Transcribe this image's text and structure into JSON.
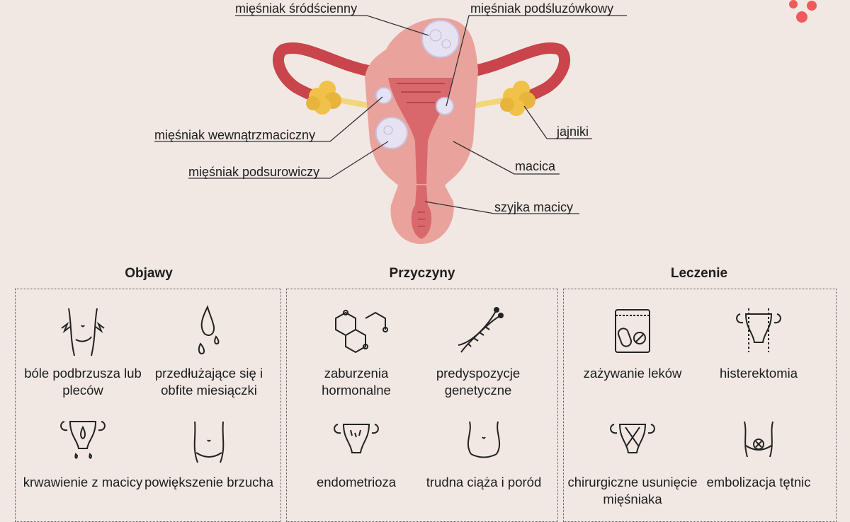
{
  "labels": {
    "srodscienny": "mięśniak śródścienny",
    "podsluzowkowy": "mięśniak podśluzówkowy",
    "wewnatrzmaciczny": "mięśniak wewnątrzmaciczny",
    "jajniki": "jajniki",
    "macica": "macica",
    "podsurowiczy": "mięśniak podsurowiczy",
    "szyjka": "szyjka macicy"
  },
  "sections": {
    "objawy": {
      "title": "Objawy",
      "items": [
        {
          "icon": "abdominal-pain-icon",
          "caption": "bóle podbrzusza lub pleców"
        },
        {
          "icon": "drops-icon",
          "caption": "przedłużające się i obfite miesiączki"
        },
        {
          "icon": "uterus-bleeding-icon",
          "caption": "krwawienie z macicy"
        },
        {
          "icon": "belly-enlargement-icon",
          "caption": "powiększenie brzucha"
        }
      ]
    },
    "przyczyny": {
      "title": "Przyczyny",
      "items": [
        {
          "icon": "hormone-molecule-icon",
          "caption": "zaburzenia hormonalne"
        },
        {
          "icon": "dna-icon",
          "caption": "predyspozycje genetyczne"
        },
        {
          "icon": "endometriosis-uterus-icon",
          "caption": "endometrioza"
        },
        {
          "icon": "pregnant-belly-icon",
          "caption": "trudna ciąża i poród"
        }
      ]
    },
    "leczenie": {
      "title": "Leczenie",
      "items": [
        {
          "icon": "pills-bag-icon",
          "caption": "zażywanie leków"
        },
        {
          "icon": "hysterectomy-icon",
          "caption": "histerektomia"
        },
        {
          "icon": "surgical-removal-icon",
          "caption": "chirurgiczne usunięcie mięśniaka"
        },
        {
          "icon": "embolization-icon",
          "caption": "embolizacja tętnic"
        }
      ]
    }
  },
  "colors": {
    "background": "#f1e8e4",
    "uterus_body": "#e9a39c",
    "tube": "#c9444b",
    "ovary": "#f0c24a",
    "fibroid": "#e6e2f2",
    "logo": "#ef5a5a"
  }
}
